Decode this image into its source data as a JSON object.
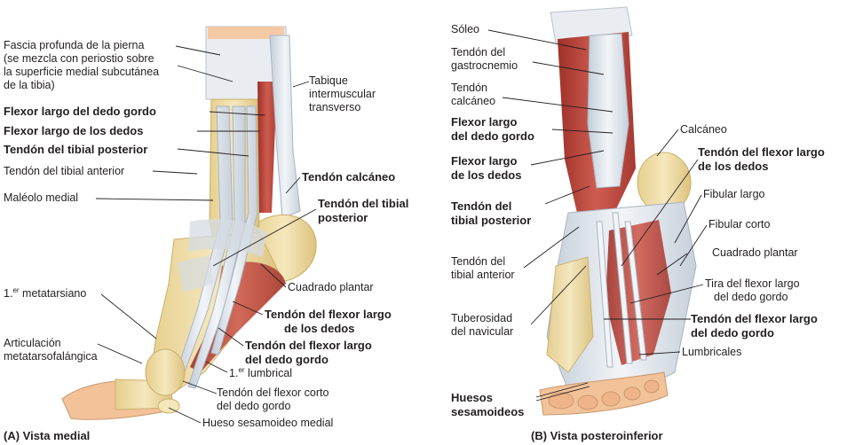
{
  "panel_a": {
    "caption": "(A) Vista medial",
    "labels": {
      "fascia_1": "Fascia profunda de la pierna",
      "fascia_2": "(se mezcla con periostio sobre",
      "fascia_3": "la superficie medial subcutánea",
      "fascia_4": "de la tibia)",
      "flexor_hallucis": "Flexor largo del dedo gordo",
      "flexor_digitorum": "Flexor largo de los dedos",
      "tibialis_post_tendon": "Tendón del tibial posterior",
      "tibialis_ant_tendon": "Tendón del tibial anterior",
      "medial_malleolus": "Maléolo medial",
      "septum_1": "Tabique",
      "septum_2": "intermuscular",
      "septum_3": "transverso",
      "calcaneal_tendon": "Tendón calcáneo",
      "tibialis_post_right_1": "Tendón del tibial",
      "tibialis_post_right_2": "posterior",
      "quadratus": "Cuadrado plantar",
      "metatarsal_1": "1.",
      "metatarsal_sup": "er",
      "metatarsal_2": " metatarsiano",
      "mtp_1": "Articulación",
      "mtp_2": "metatarsofalángica",
      "fdl_tendon_1": "Tendón del flexor largo",
      "fdl_tendon_2": "de los dedos",
      "fhl_tendon_1": "Tendón del flexor largo",
      "fhl_tendon_2": "del dedo gordo",
      "lumbrical_1": "1.",
      "lumbrical_sup": "er",
      "lumbrical_2": " lumbrical",
      "fhb_1": "Tendón del flexor corto",
      "fhb_2": "del dedo gordo",
      "sesamoid": "Hueso sesamoideo medial"
    }
  },
  "panel_b": {
    "caption": "(B) Vista posteroinferior",
    "labels": {
      "soleus": "Sóleo",
      "gastro_1": "Tendón del",
      "gastro_2": "gastrocnemio",
      "calc_tendon_1": "Tendón",
      "calc_tendon_2": "calcáneo",
      "fhl_1": "Flexor largo",
      "fhl_2": "del dedo gordo",
      "fdl_1": "Flexor largo",
      "fdl_2": "de los dedos",
      "tp_1": "Tendón del",
      "tp_2": "tibial posterior",
      "ta_1": "Tendón del",
      "ta_2": "tibial anterior",
      "navicular_1": "Tuberosidad",
      "navicular_2": "del navicular",
      "sesamoids_1": "Huesos",
      "sesamoids_2": "sesamoideos",
      "calcaneus": "Calcáneo",
      "fdl_tendon_1": "Tendón del flexor largo",
      "fdl_tendon_2": "de los dedos",
      "fib_longus": "Fibular largo",
      "fib_brevis": "Fibular corto",
      "quadratus": "Cuadrado plantar",
      "fhl_slip_1": "Tira del flexor largo",
      "fhl_slip_2": "del dedo gordo",
      "fhl_tendon_1": "Tendón del flexor largo",
      "fhl_tendon_2": "del dedo gordo",
      "lumbricals": "Lumbricales"
    }
  },
  "colors": {
    "bone": "#efdca2",
    "muscle": "#b9433b",
    "tendon": "#dde3ea",
    "skin": "#f0b58a"
  }
}
